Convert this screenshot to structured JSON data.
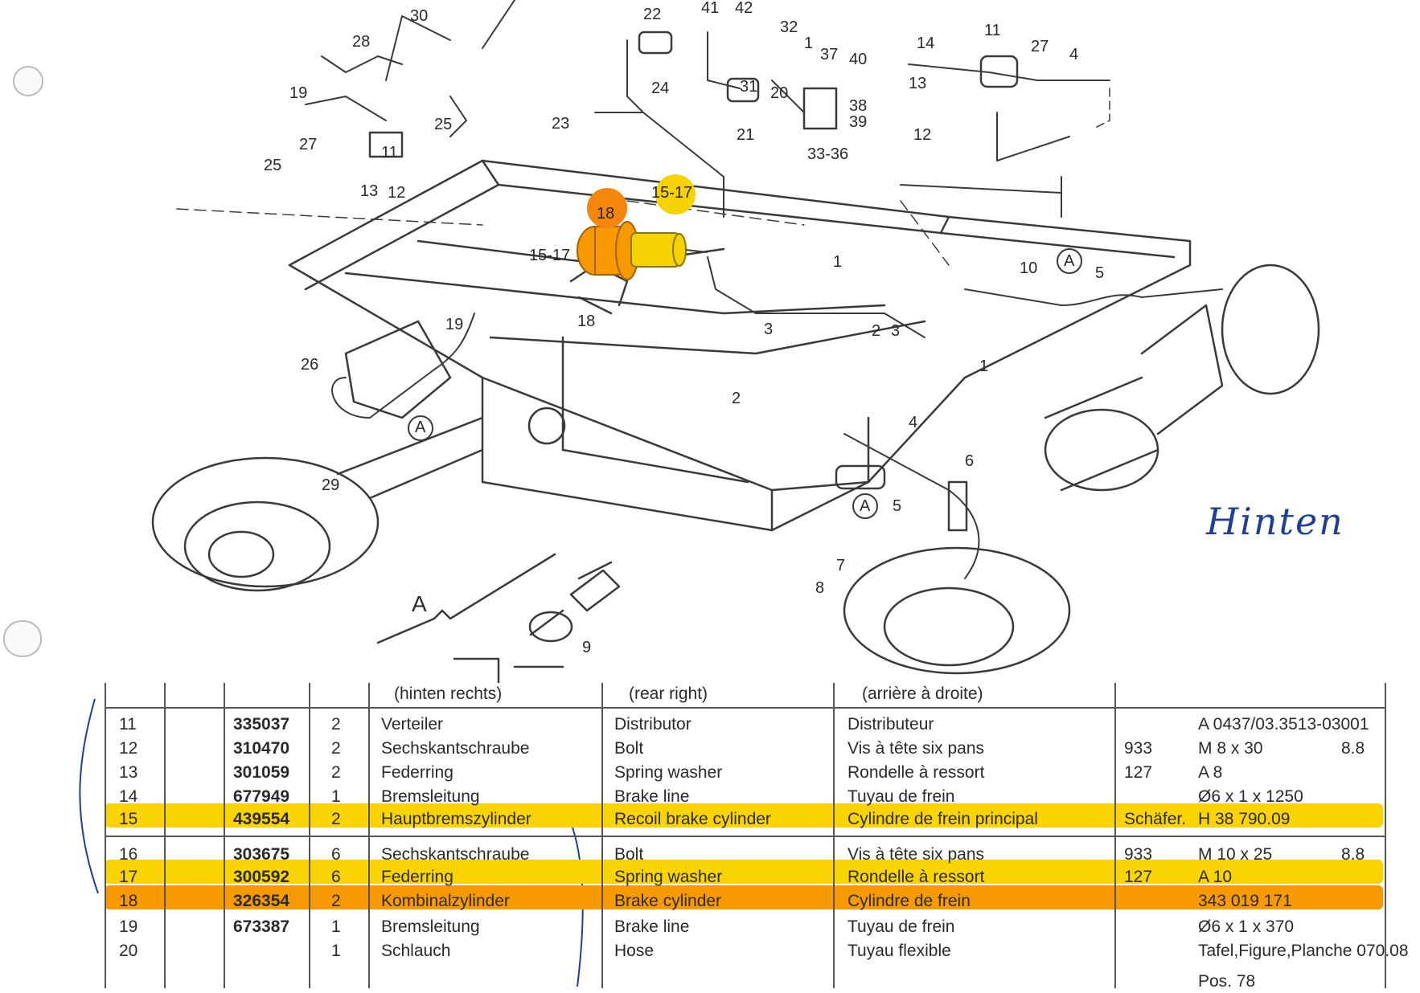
{
  "diagram": {
    "labels": [
      "30",
      "28",
      "19",
      "25",
      "27",
      "11",
      "13",
      "12",
      "25",
      "22",
      "41",
      "42",
      "32",
      "1",
      "37",
      "40",
      "31",
      "20",
      "38",
      "39",
      "21",
      "33-36",
      "24",
      "23",
      "14",
      "11",
      "27",
      "4",
      "13",
      "12",
      "15-17",
      "18",
      "15-17",
      "18",
      "19",
      "26",
      "A",
      "29",
      "10",
      "A",
      "5",
      "1",
      "3",
      "2",
      "3",
      "1",
      "2",
      "4",
      "6",
      "A",
      "5",
      "7",
      "8",
      "A",
      "9"
    ],
    "highlight_labels": {
      "orange": "18",
      "yellow": "15-17"
    },
    "handwriting": "Hinten"
  },
  "table": {
    "header": {
      "de": "(hinten rechts)",
      "en": "(rear right)",
      "fr": "(arrière à droite)"
    },
    "rows": [
      {
        "pos": "11",
        "part": "335037",
        "qty": "2",
        "de": "Verteiler",
        "en": "Distributor",
        "fr": "Distributeur",
        "ref_a": "",
        "ref_b": "A 0437/03.3513-03001",
        "ref_c": ""
      },
      {
        "pos": "12",
        "part": "310470",
        "qty": "2",
        "de": "Sechskantschraube",
        "en": "Bolt",
        "fr": "Vis à tête six pans",
        "ref_a": "933",
        "ref_b": "M 8 x 30",
        "ref_c": "8.8"
      },
      {
        "pos": "13",
        "part": "301059",
        "qty": "2",
        "de": "Federring",
        "en": "Spring washer",
        "fr": "Rondelle à ressort",
        "ref_a": "127",
        "ref_b": "A 8",
        "ref_c": ""
      },
      {
        "pos": "14",
        "part": "677949",
        "qty": "1",
        "de": "Bremsleitung",
        "en": "Brake line",
        "fr": "Tuyau de frein",
        "ref_a": "",
        "ref_b": "Ø6 x 1 x 1250",
        "ref_c": ""
      },
      {
        "pos": "15",
        "part": "439554",
        "qty": "2",
        "de": "Hauptbremszylinder",
        "en": "Recoil brake cylinder",
        "fr": "Cylindre de frein principal",
        "ref_a": "Schäfer.",
        "ref_b": "H 38 790.09",
        "ref_c": ""
      },
      {
        "pos": "16",
        "part": "303675",
        "qty": "6",
        "de": "Sechskantschraube",
        "en": "Bolt",
        "fr": "Vis à tête six pans",
        "ref_a": "933",
        "ref_b": "M 10 x 25",
        "ref_c": "8.8"
      },
      {
        "pos": "17",
        "part": "300592",
        "qty": "6",
        "de": "Federring",
        "en": "Spring washer",
        "fr": "Rondelle à ressort",
        "ref_a": "127",
        "ref_b": "A 10",
        "ref_c": ""
      },
      {
        "pos": "18",
        "part": "326354",
        "qty": "2",
        "de": "Kombinalzylinder",
        "en": "Brake cylinder",
        "fr": "Cylindre de frein",
        "ref_a": "",
        "ref_b": "343 019 171",
        "ref_c": ""
      },
      {
        "pos": "19",
        "part": "673387",
        "qty": "1",
        "de": "Bremsleitung",
        "en": "Brake line",
        "fr": "Tuyau de frein",
        "ref_a": "",
        "ref_b": "Ø6 x 1 x 370",
        "ref_c": ""
      },
      {
        "pos": "20",
        "part": "",
        "qty": "1",
        "de": "Schlauch",
        "en": "Hose",
        "fr": "Tuyau flexible",
        "ref_a": "",
        "ref_b": "Tafel,Figure,Planche 070.08",
        "ref_c": ""
      }
    ],
    "footer_ref": "Pos. 78",
    "highlight_colors": {
      "yellow": "#f9d400",
      "orange": "#f79a00"
    }
  }
}
